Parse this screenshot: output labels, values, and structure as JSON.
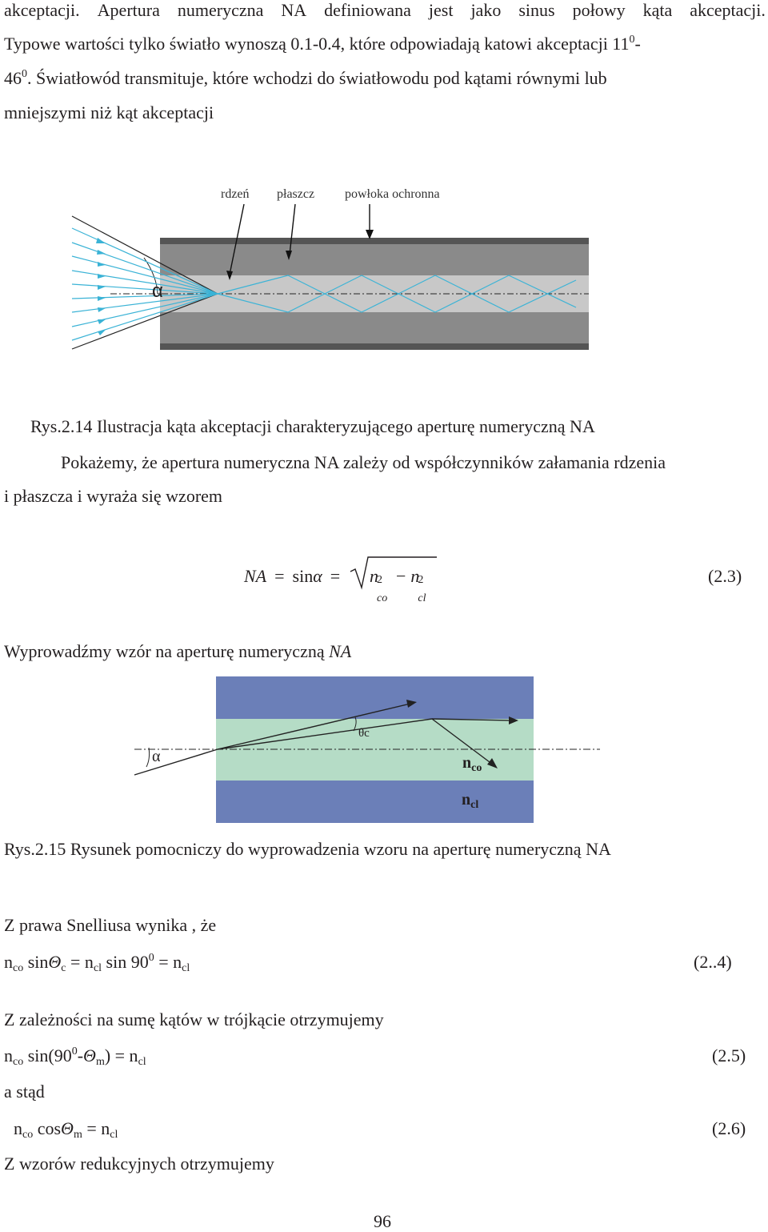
{
  "intro": {
    "line1": [
      "akceptacji.",
      "Apertura",
      "numeryczna",
      "NA",
      "definiowana",
      "jest",
      "jako",
      "sinus",
      "połowy",
      "kąta",
      "akceptacji."
    ],
    "line2_text": "Typowe wartości tylko światło wynoszą 0.1-0.4, które odpowiadają katowi akceptacji 11",
    "line2_sup": "0",
    "line2_end": "-",
    "line3_start": "46",
    "line3_sup": "0",
    "line3_text": ". Światłowód transmituje, które wchodzi do światłowodu pod kątami równymi lub",
    "line4": "mniejszymi niż kąt akceptacji"
  },
  "figure1": {
    "label_core": "rdzeń",
    "label_cladding": "płaszcz",
    "label_coating": "powłoka ochronna",
    "label_alpha": "α",
    "colors": {
      "coating": "#555555",
      "cladding": "#8a8a8a",
      "core": "#c8c8c8",
      "ray": "#3bb3d6"
    }
  },
  "caption1": "Rys.2.14 Ilustracja kąta akceptacji charakteryzującego aperturę numeryczną NA",
  "para2": {
    "line1": "Pokażemy, że apertura numeryczna NA zależy od współczynników załamania rdzenia",
    "line2": "i płaszcza i wyraża się wzorem"
  },
  "eq23": {
    "lhs": "NA",
    "eq1": "=",
    "sin": "sin",
    "alpha": "α",
    "eq2": "=",
    "n1": "n",
    "n1_sub": "co",
    "n1_sup": "2",
    "minus": "−",
    "n2": "n",
    "n2_sub": "cl",
    "n2_sup": "2",
    "number": "(2.3)"
  },
  "derive": {
    "text": "Wyprowadźmy wzór na aperturę numeryczną ",
    "na": "NA"
  },
  "figure2": {
    "label_alpha": "α",
    "label_theta": "θc",
    "label_nco": "n",
    "label_nco_sub": "co",
    "label_ncl": "n",
    "label_ncl_sub": "cl",
    "colors": {
      "cladding": "#6b7fb8",
      "core": "#b5dcc6"
    }
  },
  "caption2": "Rys.2.15 Rysunek pomocniczy do wyprowadzenia wzoru na aperturę numeryczną NA",
  "snell": "Z prawa Snelliusa wynika , że",
  "eq24": {
    "n1": "n",
    "n1_sub": "co",
    "sin": " sin",
    "theta": "Θ",
    "theta_sub": "c",
    "mid": " = n",
    "mid_sub": "cl",
    "sin90": " sin 90",
    "sup": "0",
    "end": " = n",
    "end_sub": "cl",
    "number": "(2..4)"
  },
  "triangle": "Z zależności na sumę kątów w trójkącie otrzymujemy",
  "eq25": {
    "n1": "n",
    "n1_sub": "co",
    "sin": " sin(90",
    "sup": "0",
    "dash": "-",
    "theta": "Θ",
    "theta_sub": "m",
    "end": ") = n",
    "end_sub": "cl",
    "number": "(2.5)"
  },
  "hence": "a stąd",
  "eq26": {
    "n1": "n",
    "n1_sub": "co",
    "cos": " cos",
    "theta": "Θ",
    "theta_sub": "m",
    "end": " = n",
    "end_sub": "cl",
    "number": "(2.6)"
  },
  "reduction": "Z wzorów redukcyjnych otrzymujemy",
  "page_number": "96"
}
